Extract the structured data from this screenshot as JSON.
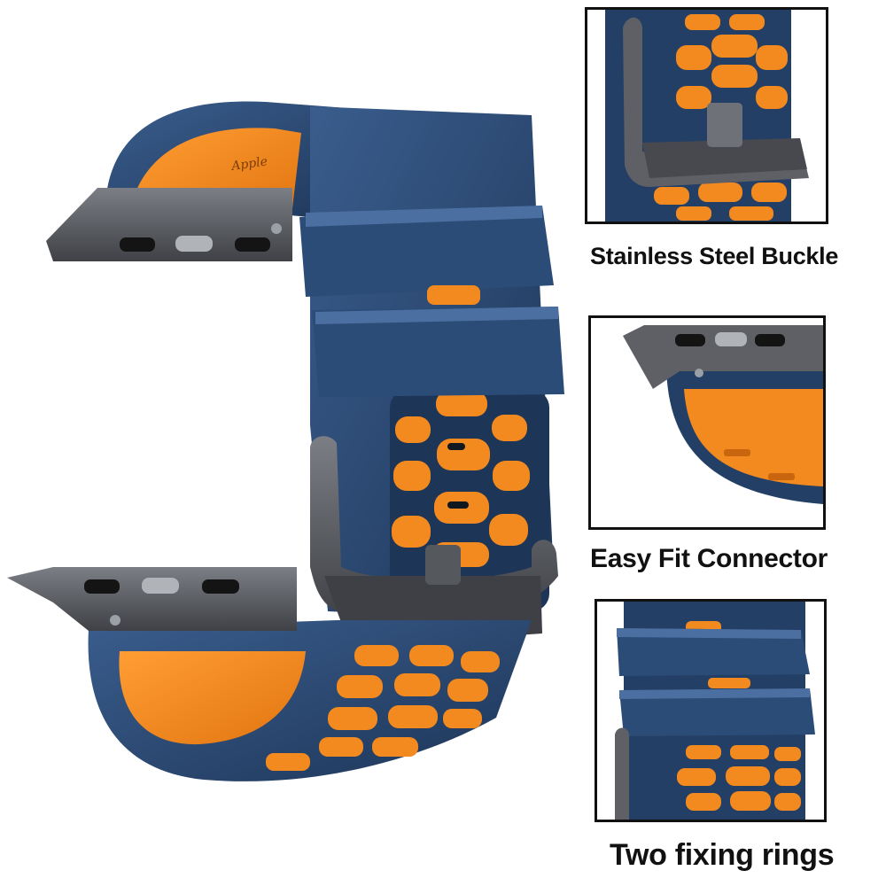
{
  "colors": {
    "band_blue": "#233f66",
    "band_blue_light": "#3a5d8d",
    "band_orange": "#f28a1f",
    "steel": "#5e6065",
    "background": "#ffffff",
    "caption_text": "#111111"
  },
  "product_image": {
    "subject": "navy-blue and orange perforated silicone watch band with dark steel buckle and lug connectors",
    "emblem_text": "Apple"
  },
  "features": [
    {
      "caption": "Stainless Steel Buckle",
      "icon": "buckle-icon"
    },
    {
      "caption": "Easy Fit Connector",
      "icon": "connector-icon"
    },
    {
      "caption": "Two fixing rings",
      "icon": "rings-icon"
    }
  ]
}
